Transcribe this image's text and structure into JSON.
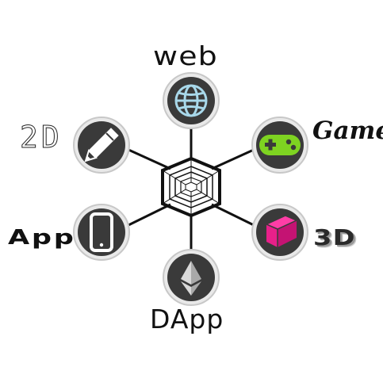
{
  "diagram": {
    "nodes": [
      {
        "id": "web",
        "label": "web",
        "icon": "globe-icon"
      },
      {
        "id": "2d",
        "label": "2D",
        "icon": "pencil-icon"
      },
      {
        "id": "game",
        "label": "Game",
        "icon": "gamepad-icon"
      },
      {
        "id": "app",
        "label": "App",
        "icon": "smartphone-icon"
      },
      {
        "id": "3d",
        "label": "3D",
        "icon": "cube-icon"
      },
      {
        "id": "dapp",
        "label": "DApp",
        "icon": "ethereum-icon"
      }
    ],
    "center_icon": "hexagon-hub-icon",
    "colors": {
      "circle_fill": "#3a3a3a",
      "globe": "#a8d8ea",
      "gamepad": "#7ed321",
      "cube": "#e8208a",
      "ethereum": "#d9d9d9",
      "line": "#111111"
    }
  }
}
